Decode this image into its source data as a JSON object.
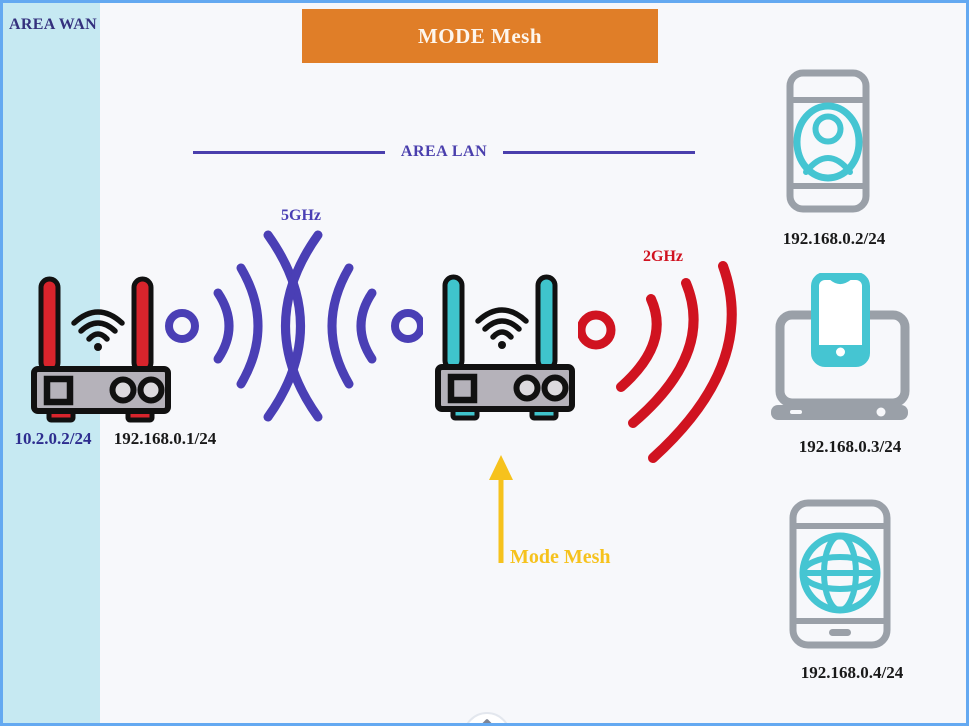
{
  "window": {
    "background": "#f7f8fb",
    "border_color": "#64a9f1"
  },
  "area_wan": {
    "label": "AREA WAN",
    "bg_color": "#c6e9f2",
    "text_color": "#34317e"
  },
  "banner": {
    "label": "MODE Mesh",
    "bg_color": "#e07e28",
    "text_color": "#fdf6ee"
  },
  "area_lan": {
    "label": "AREA LAN",
    "color": "#4a3fad"
  },
  "signals": {
    "five_ghz": {
      "label": "5GHz",
      "color": "#4a3fb5"
    },
    "two_ghz": {
      "label": "2GHz",
      "color": "#d01320"
    }
  },
  "routers": {
    "wan_router": {
      "wan_ip": "10.2.0.2/24",
      "lan_ip": "192.168.0.1/24",
      "antenna_color": "#d8242c",
      "body_color": "#b5b2ba"
    },
    "mesh_router": {
      "antenna_color": "#3fc4cc",
      "body_color": "#b5b2ba"
    }
  },
  "annotation": {
    "label": "Mode Mesh",
    "color": "#f6c21d"
  },
  "devices": [
    {
      "type": "smartphone-user",
      "ip": "192.168.0.2/24"
    },
    {
      "type": "laptop-phone",
      "ip": "192.168.0.3/24"
    },
    {
      "type": "tablet-globe",
      "ip": "192.168.0.4/24"
    }
  ],
  "icon_colors": {
    "device_gray": "#9aa0a8",
    "device_teal": "#45c5d2"
  },
  "scroll_button": {
    "icon": "chevron-up"
  }
}
